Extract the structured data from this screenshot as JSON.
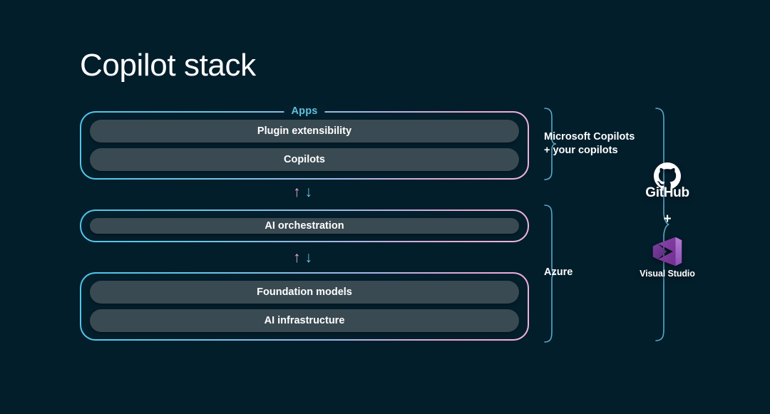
{
  "page": {
    "title": "Copilot stack",
    "background_color": "#031e2b"
  },
  "colors": {
    "background": "#031e2b",
    "box_border_start": "#4fc3e8",
    "box_border_end": "#f0b4dd",
    "pill_fill": "#3a4a52",
    "label_accent": "#5ec2de",
    "arrow_up": "#e7a8d7",
    "arrow_down": "#68c5e3",
    "bracket": "#5ba8c7",
    "vs_purple": "#9b4f96",
    "text": "#ffffff"
  },
  "layers": [
    {
      "id": "apps",
      "label": "Apps",
      "pills": [
        "Plugin extensibility",
        "Copilots"
      ]
    },
    {
      "id": "orchestration",
      "label": "",
      "pills": [
        "AI orchestration"
      ]
    },
    {
      "id": "foundation",
      "label": "",
      "pills": [
        "Foundation models",
        "AI infrastructure"
      ]
    }
  ],
  "connectors": [
    {
      "id": "arrows-top",
      "up": "↑",
      "down": "↓"
    },
    {
      "id": "arrows-bottom",
      "up": "↑",
      "down": "↓"
    }
  ],
  "annotations": {
    "copilots": {
      "line1": "Microsoft Copilots",
      "line2": "+ your copilots",
      "bracket_icon": "curly-brace-icon"
    },
    "azure": {
      "label": "Azure",
      "bracket_icon": "curly-brace-icon"
    }
  },
  "tools": {
    "bracket_icon": "curly-brace-icon",
    "github": {
      "wordmark": "GitHub",
      "icon": "github-octocat-icon"
    },
    "separator": "+",
    "visual_studio": {
      "wordmark": "Visual Studio",
      "icon": "visual-studio-icon"
    }
  }
}
